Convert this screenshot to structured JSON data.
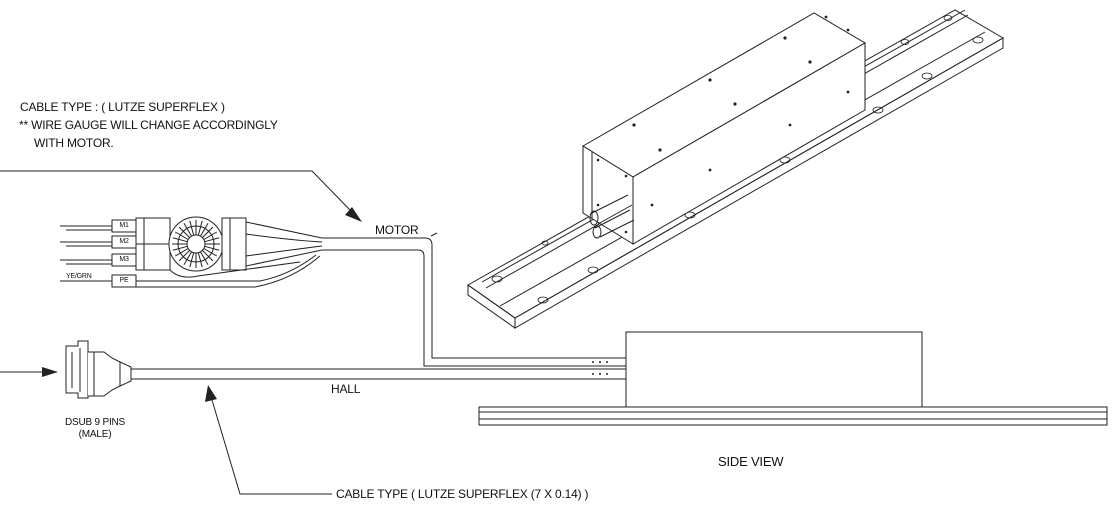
{
  "labels": {
    "motor_cable_type": "CABLE TYPE : ( LUTZE SUPERFLEX )",
    "wire_gauge_note_1": "** WIRE GAUGE WILL CHANGE ACCORDINGLY",
    "wire_gauge_note_2": "WITH MOTOR.",
    "motor": "MOTOR",
    "hall": "HALL",
    "dsub_1": "DSUB 9 PINS",
    "dsub_2": "(MALE)",
    "side_view": "SIDE VIEW",
    "hall_cable_type": "CABLE TYPE ( LUTZE SUPERFLEX (7 X 0.14) )",
    "ye_grn": "YE/GRN"
  },
  "wire_tags": [
    "M1",
    "M2",
    "M3",
    "PE"
  ]
}
